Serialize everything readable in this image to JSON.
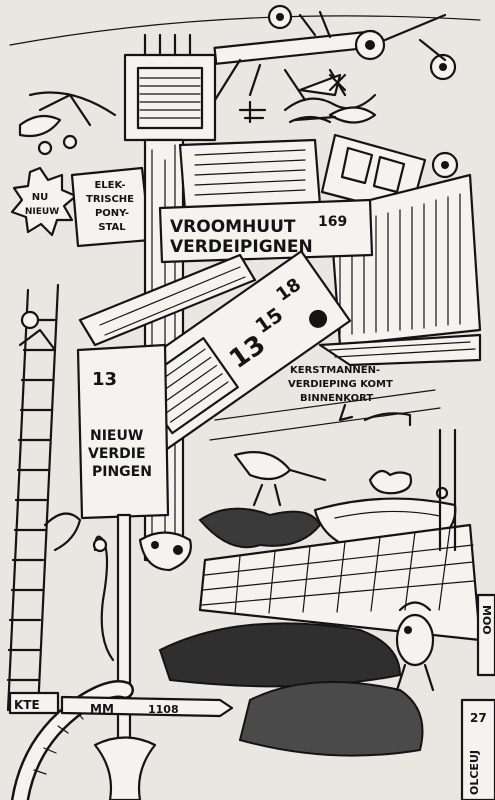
{
  "signs": {
    "nu_nieuw": [
      "NU",
      "NIEUW"
    ],
    "pony": [
      "ELEK-",
      "TRISCHE",
      "PONY-",
      "STAL"
    ],
    "vroomhuut_line1": "VROOMHUUT",
    "vroomhuut_number": "169",
    "vroomhuut_line2": "VERDEIPIGNEN",
    "floor_numbers": [
      "13",
      "15",
      "18"
    ],
    "kerst": [
      "KERSTMANNEN-",
      "VERDIEPING KOMT",
      "BINNENKORT"
    ],
    "post_number": "13",
    "post_text": [
      "NIEUW",
      "VERDIE",
      "PINGEN"
    ],
    "bottom_left": "KTE",
    "arrow_label": "MM",
    "arrow_number": "1108",
    "page_number": "27",
    "bottom_right_vertical": "OLCEUJ",
    "right_edge_vertical": "MOO"
  }
}
